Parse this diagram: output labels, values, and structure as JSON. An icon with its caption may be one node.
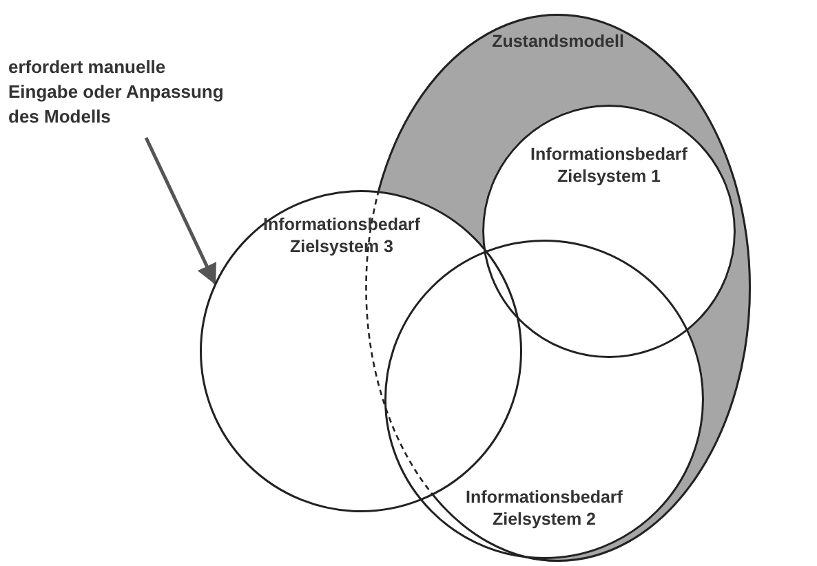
{
  "diagram": {
    "nodes": [
      {
        "text": [
          "Zustandsmodell"
        ]
      },
      {
        "text": [
          "Informationsbedarf Zielsystem 1"
        ],
        "in": 0
      },
      {
        "text": [
          "Informationsbedarf Zielsystem 2"
        ],
        "in": 0
      },
      {
        "text": [
          "Informationsbedarf Zielsystem 3"
        ]
      },
      {
        "text": [
          "erfordert manuelle Eingabe oder Anpassung des Modells"
        ]
      }
    ],
    "edges": [
      {
        "from": 4,
        "to": 3,
        "arrow": "to"
      }
    ]
  }
}
